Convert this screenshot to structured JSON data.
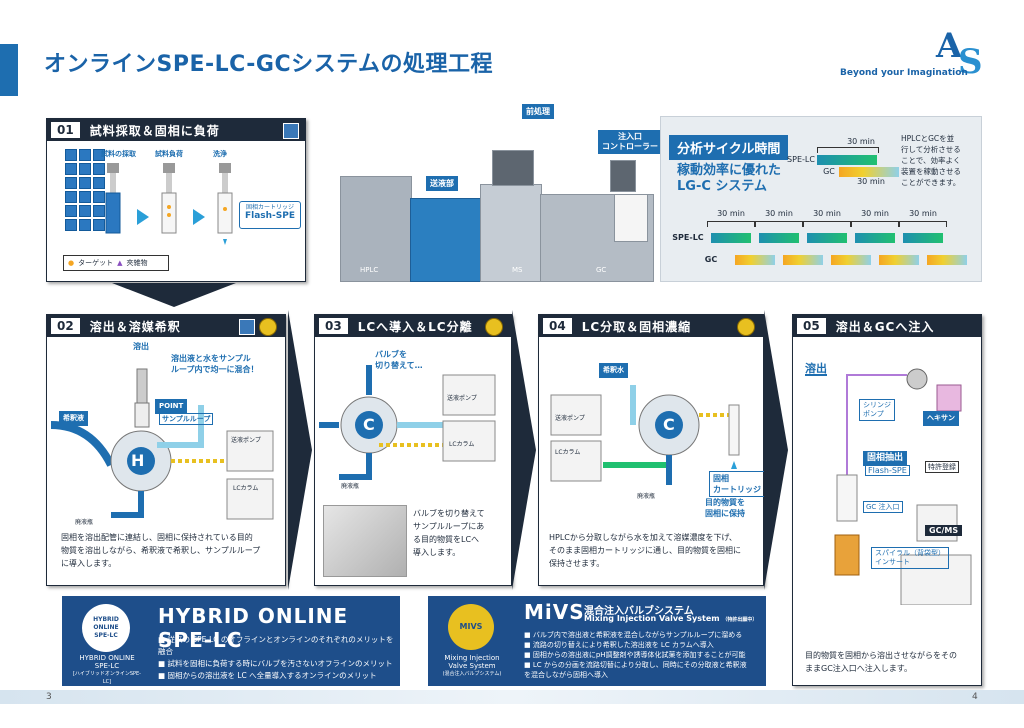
{
  "header": {
    "title": "オンラインSPE-LC-GCシステムの処理工程",
    "tagline": "Beyond your Imagination"
  },
  "colors": {
    "brand_blue": "#1e6eb0",
    "dark": "#1e2a3a",
    "accent_yellow": "#e8c020",
    "lc_green": "#20c070",
    "gc_orange": "#f5a623"
  },
  "step01": {
    "num": "01",
    "title": "試料採取＆固相に負荷",
    "labels": [
      "試料の採取",
      "試料負荷",
      "洗浄"
    ],
    "cartridge_label_top": "固相カートリッジ",
    "cartridge_label": "Flash-SPE",
    "legend_target": "ターゲット",
    "legend_impurity": "夾雑物"
  },
  "system": {
    "pretreatment": "前処理",
    "injection_controller": "注入口\nコントローラー",
    "pump_unit": "送液部",
    "hplc": "HPLC",
    "ms": "MS",
    "gc": "GC"
  },
  "timing": {
    "cycle_title": "分析サイクル時間",
    "efficiency_title": "稼動効率に優れた\nLG-C システム",
    "note": "HPLCとGCを並\n行して分析させる\nことで、効率よく\n装置を稼動させる\nことができます。",
    "small_lc_label": "SPE-LC",
    "small_gc_label": "GC",
    "interval": "30 min",
    "lc_label": "SPE-LC",
    "gc_label": "GC",
    "big_intervals": [
      "30 min",
      "30 min",
      "30 min",
      "30 min",
      "30 min"
    ]
  },
  "step02": {
    "num": "02",
    "title": "溶出＆溶媒希釈",
    "elution": "溶出",
    "mix_text": "溶出液と水をサンプル\nループ内で均一に混合！",
    "point": "POINT",
    "sample_loop": "サンプルループ",
    "diluent": "希釈液",
    "pump": "送液ポンプ",
    "lc_column": "LCカラム",
    "waste": "廃液瓶",
    "valve": "H",
    "desc": "固相を溶出配管に連結し、固相に保持されている目的\n物質を溶出しながら、希釈液で希釈し、サンプルループ\nに導入します。"
  },
  "step03": {
    "num": "03",
    "title": "LCへ導入＆LC分離",
    "switch_valve": "バルブを\n切り替えて…",
    "pump": "送液ポンプ",
    "lc_column": "LCカラム",
    "waste": "廃液瓶",
    "valve": "C",
    "desc": "バルブを切り替えて\nサンプルループにあ\nる目的物質をLCへ\n導入します。"
  },
  "step04": {
    "num": "04",
    "title": "LC分取＆固相濃縮",
    "diluent_water": "希釈水",
    "pump": "送液ポンプ",
    "lc_column": "LCカラム",
    "waste": "廃液瓶",
    "cartridge": "固相\nカートリッジ",
    "retain": "目的物質を\n固相に保持",
    "valve": "C",
    "desc": "HPLCから分取しながら水を加えて溶媒濃度を下げ、\nそのまま固相カートリッジに通し、目的物質を固相に\n保持させます。"
  },
  "step05": {
    "num": "05",
    "title": "溶出＆GCへ注入",
    "elution": "溶出",
    "syringe_pump": "シリンジ\nポンプ",
    "hexane": "ヘキサン",
    "solid_extraction": "固相抽出",
    "flash_spe": "Flash-SPE",
    "patent": "特許登録",
    "gc_inlet": "GC 注入口",
    "gcms": "GC/MS",
    "spiral": "スパイラル（背袋型）\nインサート",
    "desc": "目的物質を固相から溶出させながらをその\nままGC注入口へ注入します。"
  },
  "hybrid": {
    "title": "HYBRID ONLINE SPE-LC",
    "badge_line1": "HYBRID ONLINE",
    "badge_line2": "SPE-LC",
    "caption_line1": "HYBRID ONLINE",
    "caption_line2": "SPE-LC",
    "caption_line3": "[ハイブリッドオンラインSPE-LC]",
    "items": [
      "従来の SPE-LC のオフラインとオンラインのそれぞれのメリットを融合",
      "試料を固相に負荷する時にバルブを汚さないオフラインのメリット",
      "固相からの溶出液を LC へ全量導入するオンラインのメリット"
    ]
  },
  "mivs": {
    "title": "MiVS",
    "jp_title": "混合注入バルブシステム",
    "en_title": "Mixing Injection Valve System",
    "patent_note": "（特許出願中）",
    "badge": "MIVS",
    "caption_line1": "Mixing Injection",
    "caption_line2": "Valve System",
    "caption_line3": "(混合注入バルブシステム)",
    "items": [
      "バルブ内で溶出液と希釈液を混合しながらサンプルループに溜める",
      "流路の切り替えにより希釈した溶出液を LC カラムへ導入",
      "固相からの溶出液にpH調整剤や誘導体化試薬を添加することが可能",
      "LC からの分画を流路切替により分取し、同時にその分取液と希釈液\nを混合しながら固相へ導入"
    ]
  },
  "footer": {
    "page_left": "3",
    "page_right": "4"
  }
}
